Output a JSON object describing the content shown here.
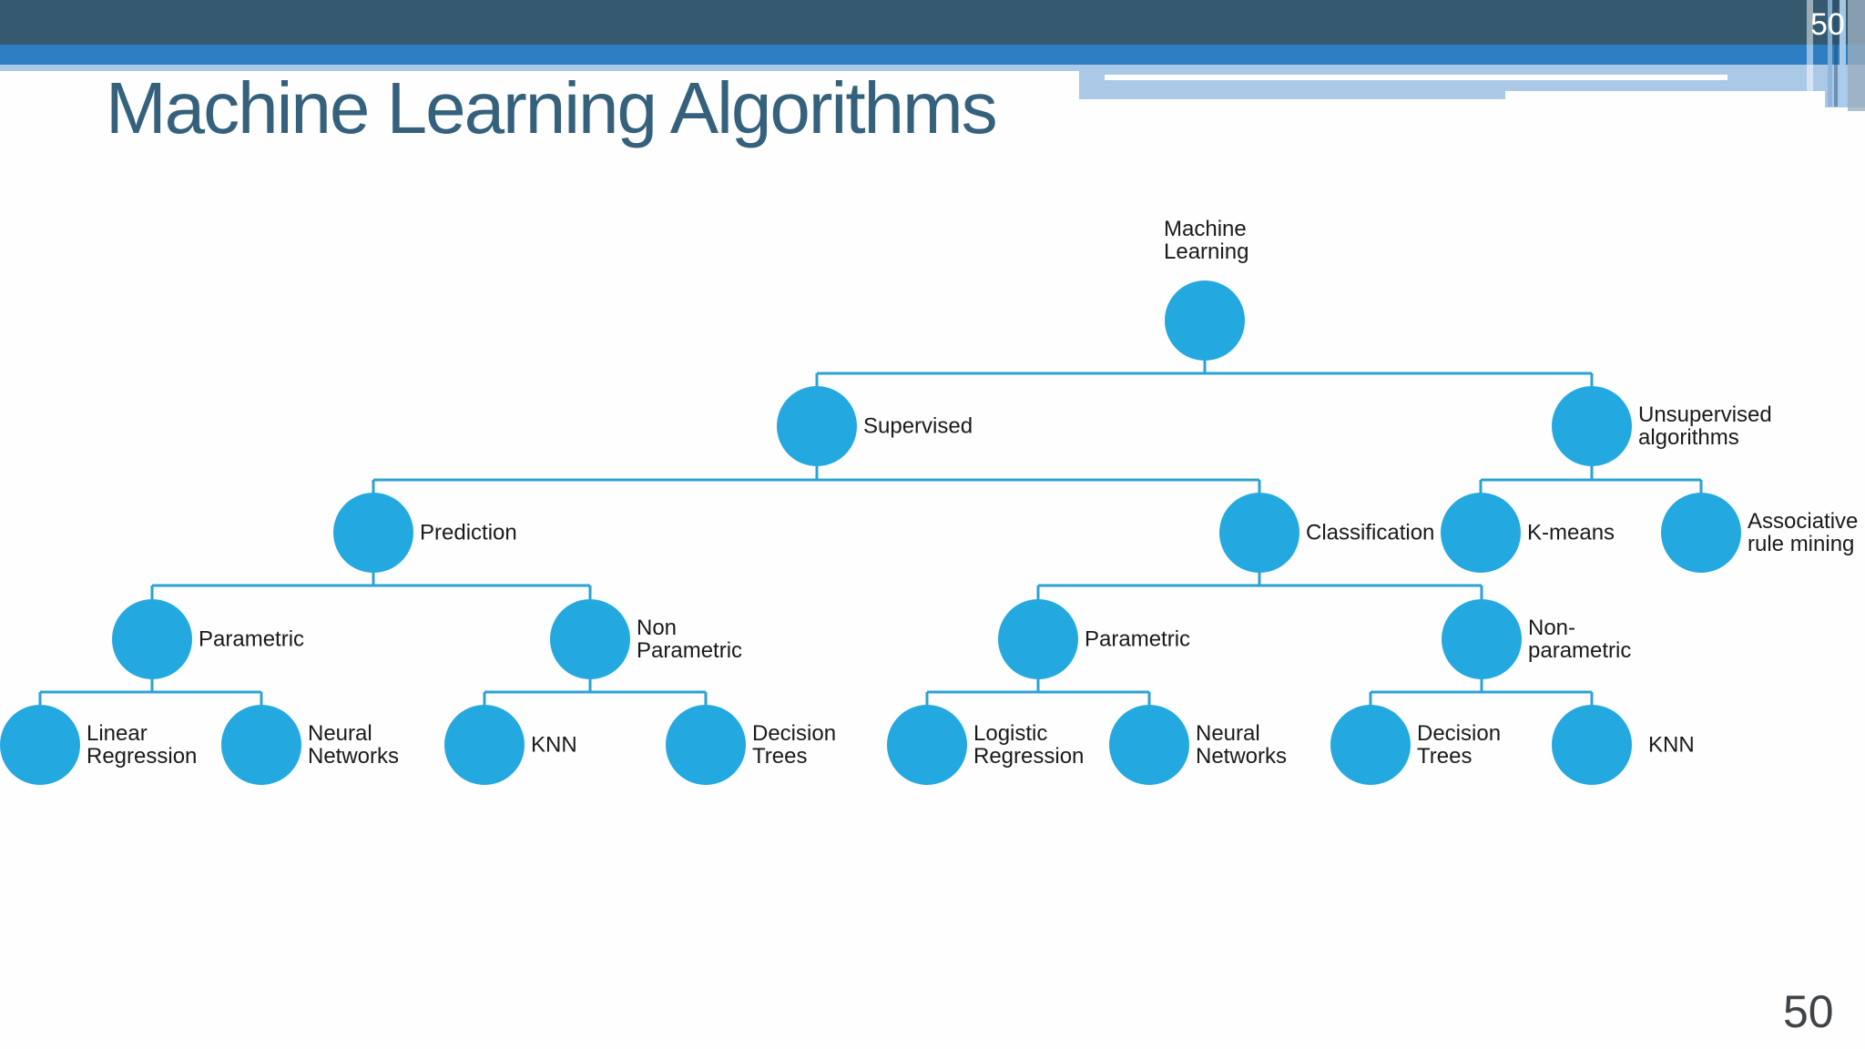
{
  "slide": {
    "title": "Machine Learning Algorithms",
    "page_number_top": "50",
    "page_number_bottom": "50"
  },
  "theme": {
    "node_fill": "#23A9E0",
    "connector_color": "#2BA2D4",
    "header_dark": "#35596E",
    "header_blue": "#2E7EC4",
    "header_light_blue": "#A9C9E6",
    "title_color": "#35617D"
  },
  "tree": {
    "nodes": [
      {
        "id": "machine-learning",
        "label": "Machine\nLearning",
        "parent": null
      },
      {
        "id": "supervised",
        "label": "Supervised",
        "parent": "machine-learning"
      },
      {
        "id": "unsupervised",
        "label": "Unsupervised\nalgorithms",
        "parent": "machine-learning"
      },
      {
        "id": "prediction",
        "label": "Prediction",
        "parent": "supervised"
      },
      {
        "id": "classification",
        "label": "Classification",
        "parent": "supervised"
      },
      {
        "id": "k-means",
        "label": "K-means",
        "parent": "unsupervised"
      },
      {
        "id": "associative-rule-mining",
        "label": "Associative\nrule mining",
        "parent": "unsupervised"
      },
      {
        "id": "parametric-prediction",
        "label": "Parametric",
        "parent": "prediction"
      },
      {
        "id": "non-parametric-prediction",
        "label": "Non\nParametric",
        "parent": "prediction"
      },
      {
        "id": "parametric-classification",
        "label": "Parametric",
        "parent": "classification"
      },
      {
        "id": "non-parametric-classification",
        "label": "Non-\nparametric",
        "parent": "classification"
      },
      {
        "id": "linear-regression",
        "label": "Linear\nRegression",
        "parent": "parametric-prediction"
      },
      {
        "id": "neural-networks-prediction",
        "label": "Neural\nNetworks",
        "parent": "parametric-prediction"
      },
      {
        "id": "knn-prediction",
        "label": "KNN",
        "parent": "non-parametric-prediction"
      },
      {
        "id": "decision-trees-prediction",
        "label": "Decision\nTrees",
        "parent": "non-parametric-prediction"
      },
      {
        "id": "logistic-regression",
        "label": "Logistic\nRegression",
        "parent": "parametric-classification"
      },
      {
        "id": "neural-networks-classification",
        "label": "Neural\nNetworks",
        "parent": "parametric-classification"
      },
      {
        "id": "decision-trees-classification",
        "label": "Decision\nTrees",
        "parent": "non-parametric-classification"
      },
      {
        "id": "knn-classification",
        "label": "KNN",
        "parent": "non-parametric-classification"
      }
    ]
  }
}
